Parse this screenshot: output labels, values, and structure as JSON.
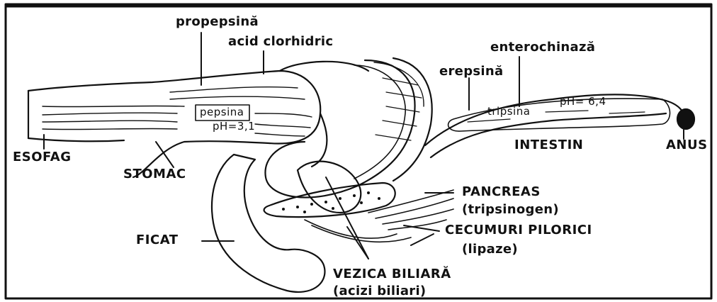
{
  "labels": {
    "propepsina": "propepsină",
    "acid_clorhidric": "acid  clorhidric",
    "enterochinaza": "enterochinază",
    "erepsina": "erepsină",
    "pepsina": "pepsina",
    "ph_stomac": "pH=3,1",
    "tripsina": "tripsina",
    "ph_intestin": "pH= 6,4",
    "esofag": "ESOFAG",
    "stomac": "STOMAC",
    "intestin": "INTESTIN",
    "anus": "ANUS",
    "pancreas": "PANCREAS",
    "tripsinogen": "(tripsinogen)",
    "ficat": "FICAT",
    "cecumuri_pilorici": "CECUMURI  PILORICI",
    "lipaze": "(lipaze)",
    "vezica_biliara": "VEZICA BILIARĂ",
    "acizi_biliari": "(acizi  biliari)"
  },
  "colors": {
    "ink": "#111111",
    "paper": "#ffffff"
  }
}
